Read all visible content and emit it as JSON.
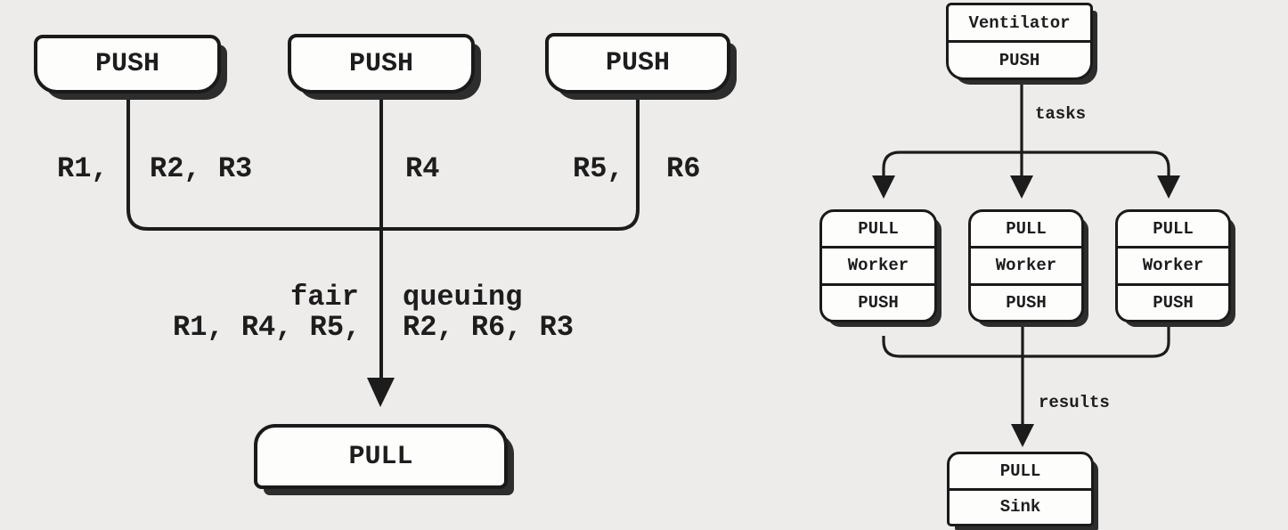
{
  "colors": {
    "background": "#edecea",
    "line": "#1c1c1c",
    "box_fill": "#fdfdfc",
    "box_border": "#1a1a1a",
    "shadow": "#2d2d2d"
  },
  "left_diagram": {
    "push_nodes": [
      {
        "label": "PUSH"
      },
      {
        "label": "PUSH"
      },
      {
        "label": "PUSH"
      }
    ],
    "message_labels": [
      {
        "text": "R1,"
      },
      {
        "text": "R2, R3"
      },
      {
        "text": "R4"
      },
      {
        "text": "R5,"
      },
      {
        "text": "R6"
      }
    ],
    "annotation": {
      "left_top": "fair",
      "right_top": "queuing",
      "left_bottom": "R1, R4, R5,",
      "right_bottom": "R2, R6, R3"
    },
    "pull_node": {
      "label": "PULL"
    }
  },
  "right_diagram": {
    "ventilator": {
      "name": "Ventilator",
      "socket": "PUSH"
    },
    "tasks_edge_label": "tasks",
    "workers": [
      {
        "pull": "PULL",
        "name": "Worker",
        "push": "PUSH"
      },
      {
        "pull": "PULL",
        "name": "Worker",
        "push": "PUSH"
      },
      {
        "pull": "PULL",
        "name": "Worker",
        "push": "PUSH"
      }
    ],
    "results_edge_label": "results",
    "sink": {
      "socket": "PULL",
      "name": "Sink"
    }
  }
}
